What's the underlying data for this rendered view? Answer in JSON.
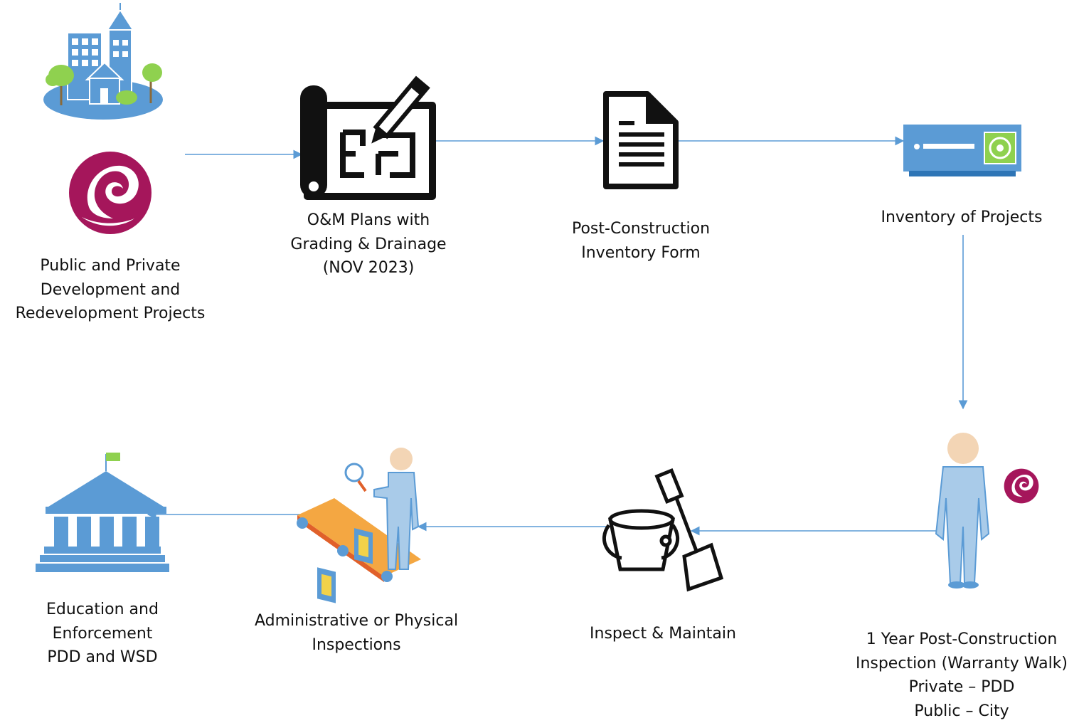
{
  "colors": {
    "arrow": "#5b9bd5",
    "icon_blue": "#5b9bd5",
    "phoenix": "#a5165b",
    "tree_green": "#8fd14f",
    "black": "#111111",
    "skin": "#f3d5b5",
    "belt_orange": "#f4a742",
    "belt_red": "#e0602a",
    "book_yellow": "#f2d24a"
  },
  "nodes": {
    "development": {
      "icons": [
        "city-buildings-icon",
        "phoenix-logo-icon"
      ],
      "lines": [
        "Public and Private",
        "Development and",
        "Redevelopment Projects"
      ]
    },
    "om_plans": {
      "icons": [
        "blueprint-pencil-icon"
      ],
      "lines": [
        "O&M Plans with",
        "Grading & Drainage",
        "(NOV 2023)"
      ]
    },
    "inventory_form": {
      "icons": [
        "document-icon"
      ],
      "lines": [
        "Post-Construction",
        "Inventory Form"
      ]
    },
    "inventory": {
      "icons": [
        "server-device-icon"
      ],
      "lines": [
        "Inventory of Projects"
      ]
    },
    "warranty_walk": {
      "icons": [
        "person-icon",
        "phoenix-logo-icon"
      ],
      "lines": [
        "1 Year Post-Construction",
        "Inspection (Warranty Walk)",
        "Private – PDD",
        "Public – City"
      ]
    },
    "inspect_maintain": {
      "icons": [
        "bucket-shovel-icon"
      ],
      "lines": [
        "Inspect & Maintain"
      ]
    },
    "admin_inspections": {
      "icons": [
        "conveyor-inspector-icon"
      ],
      "lines": [
        "Administrative or Physical",
        "Inspections"
      ]
    },
    "education": {
      "icons": [
        "government-building-icon"
      ],
      "lines": [
        "Education and",
        "Enforcement",
        "PDD and WSD"
      ]
    }
  },
  "edges": [
    {
      "from": "development",
      "to": "om_plans"
    },
    {
      "from": "om_plans",
      "to": "inventory_form"
    },
    {
      "from": "inventory_form",
      "to": "inventory"
    },
    {
      "from": "inventory",
      "to": "warranty_walk"
    },
    {
      "from": "warranty_walk",
      "to": "inspect_maintain"
    },
    {
      "from": "inspect_maintain",
      "to": "admin_inspections"
    },
    {
      "from": "admin_inspections",
      "to": "education"
    }
  ]
}
